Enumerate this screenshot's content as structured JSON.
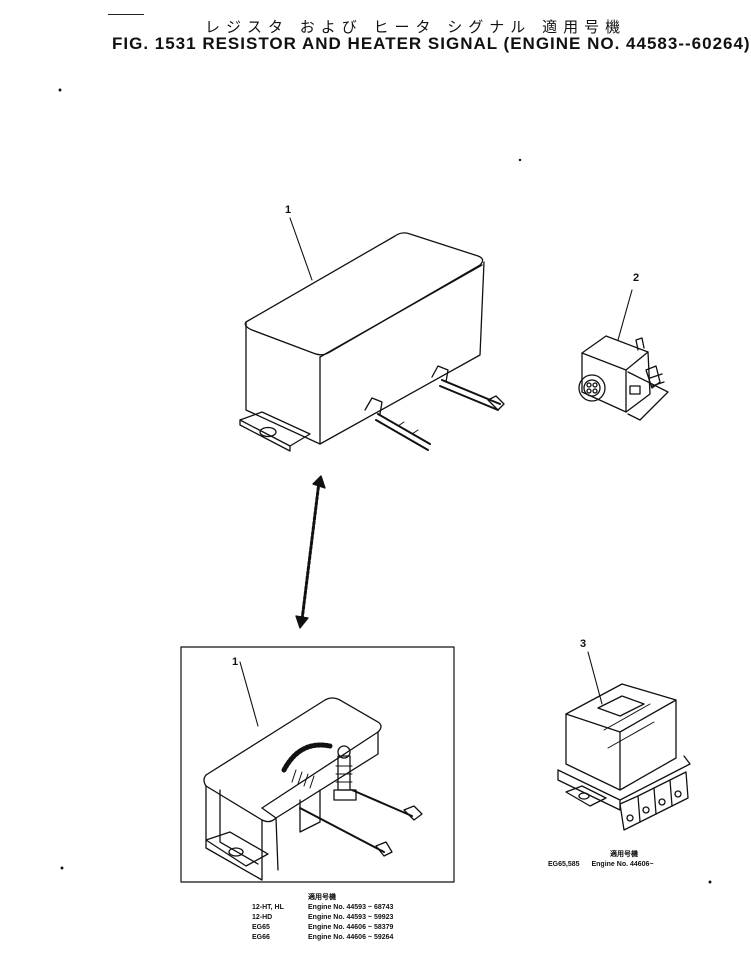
{
  "header": {
    "japanese_title": "レジスタ および ヒータ シグナル 適用号機",
    "title": "FIG. 1531 RESISTOR AND HEATER SIGNAL (ENGINE NO. 44583--60264)"
  },
  "callouts": {
    "part1": "1",
    "part2": "2",
    "part3": "3",
    "part1_detail": "1"
  },
  "applicability_table": {
    "header": "適用号機",
    "rows": [
      {
        "model": "12-HT, HL",
        "engine": "Engine No. 44593 ~ 68743"
      },
      {
        "model": "12-HD",
        "engine": "Engine No. 44593 ~ 59923"
      },
      {
        "model": "EG65",
        "engine": "Engine No. 44606 ~ 58379"
      },
      {
        "model": "EG66",
        "engine": "Engine No. 44606 ~ 59264"
      }
    ]
  },
  "part3_applicability": {
    "header": "適用号機",
    "model": "EG65,585",
    "engine": "Engine No. 44606~"
  }
}
